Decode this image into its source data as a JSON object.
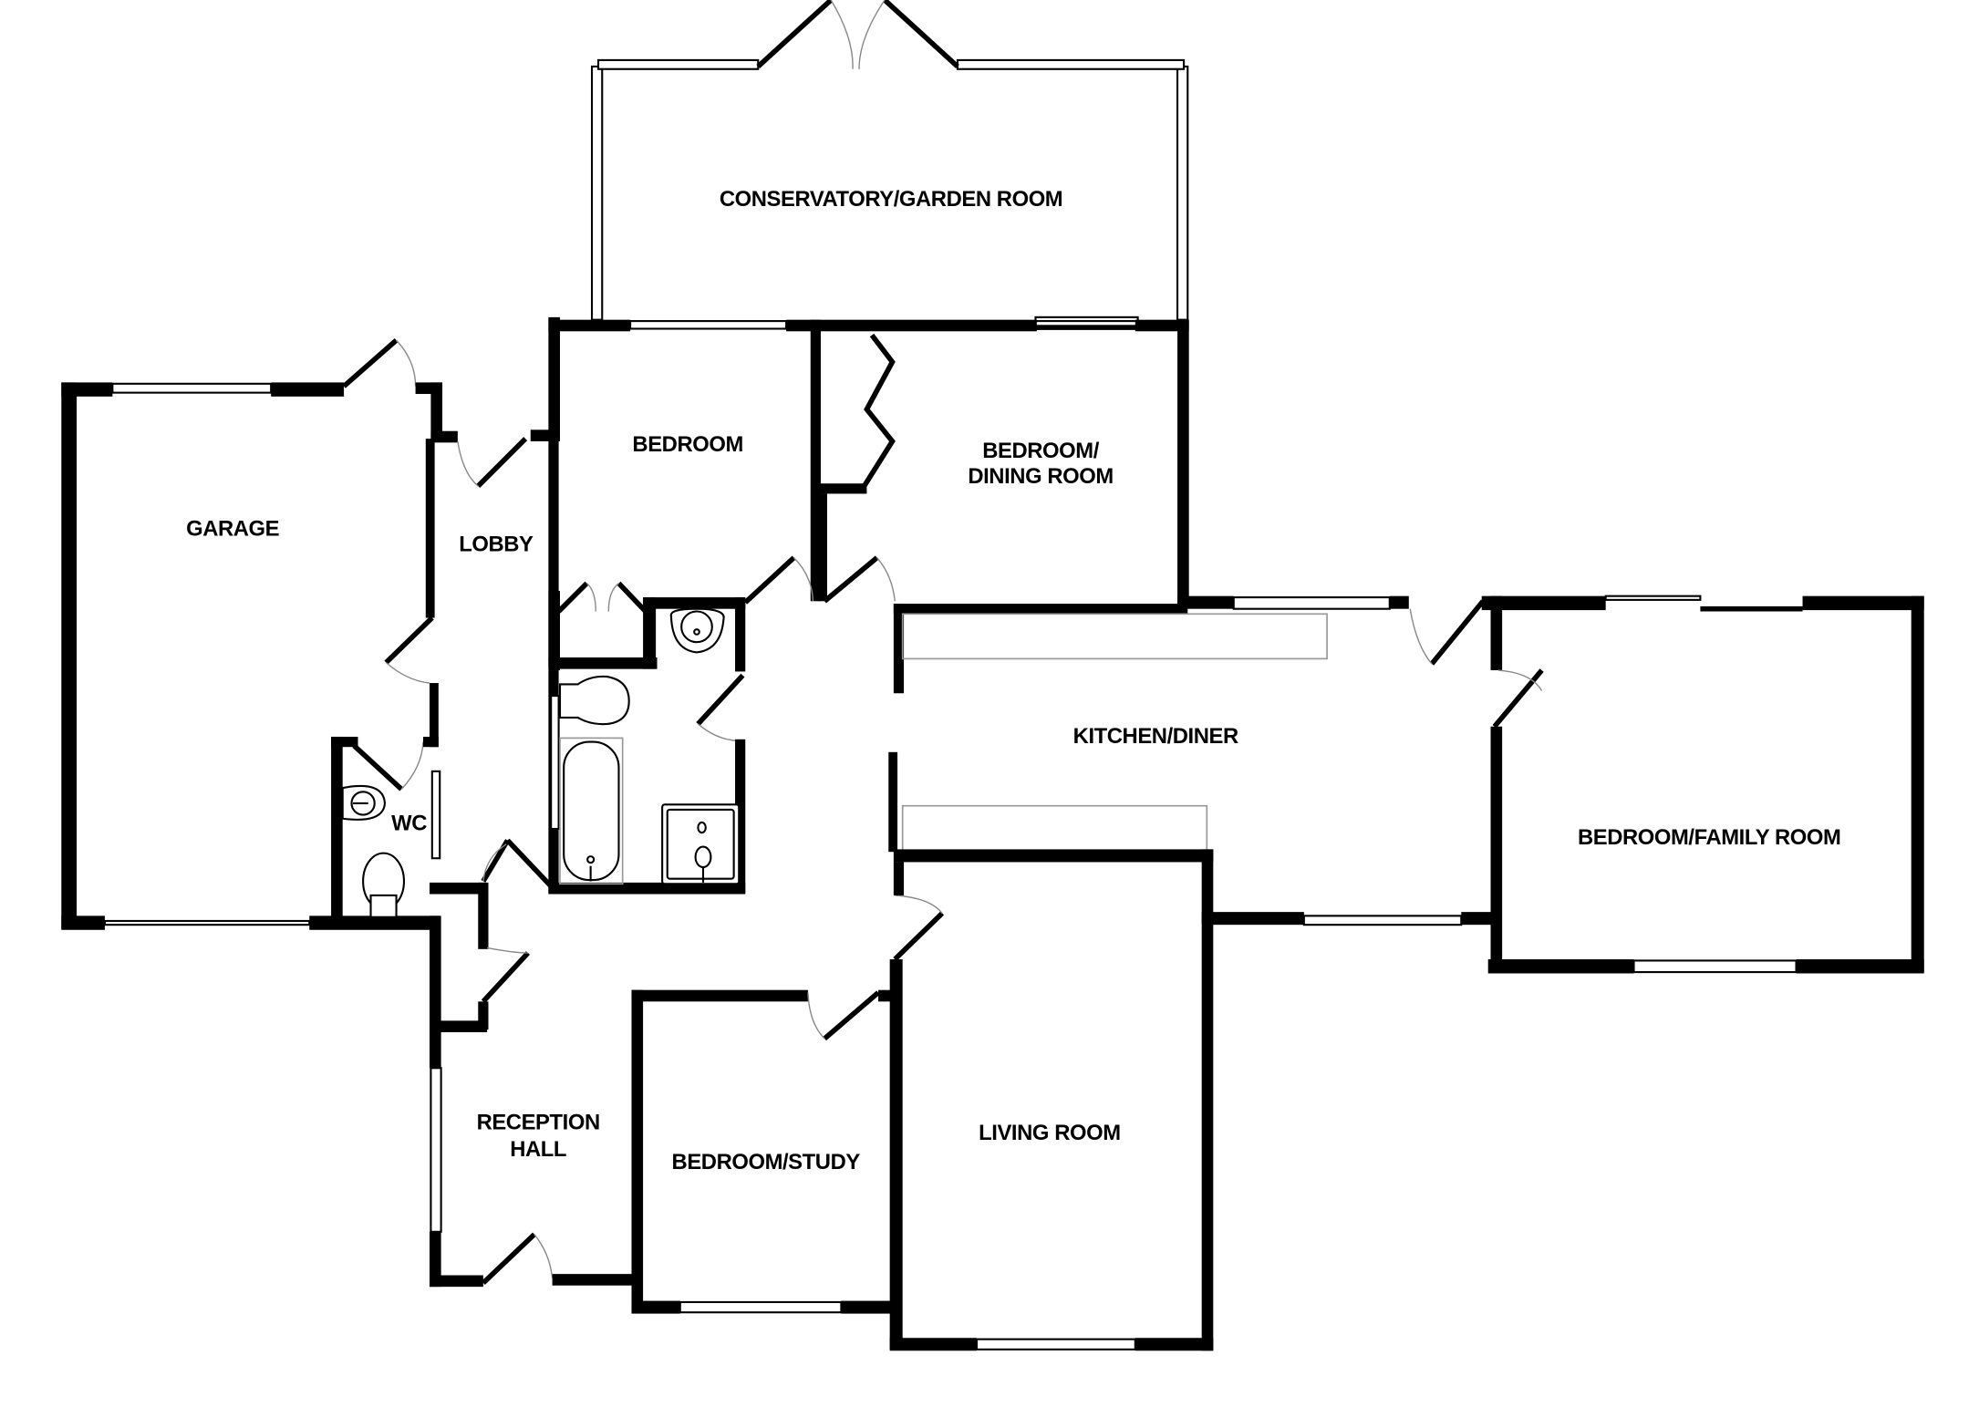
{
  "plan": {
    "type": "floor plan",
    "colors": {
      "wall": "#000000",
      "background": "#ffffff",
      "fixture_line": "#999999"
    },
    "rooms": [
      {
        "id": "conservatory",
        "label": "CONSERVATORY/GARDEN ROOM"
      },
      {
        "id": "garage",
        "label": "GARAGE"
      },
      {
        "id": "lobby",
        "label": "LOBBY"
      },
      {
        "id": "bedroom",
        "label": "BEDROOM"
      },
      {
        "id": "bedroom-dining",
        "label_line1": "BEDROOM/",
        "label_line2": "DINING ROOM"
      },
      {
        "id": "wc",
        "label": "WC"
      },
      {
        "id": "kitchen",
        "label": "KITCHEN/DINER"
      },
      {
        "id": "family",
        "label": "BEDROOM/FAMILY ROOM"
      },
      {
        "id": "reception",
        "label_line1": "RECEPTION",
        "label_line2": "HALL"
      },
      {
        "id": "study",
        "label": "BEDROOM/STUDY"
      },
      {
        "id": "living",
        "label": "LIVING ROOM"
      }
    ]
  }
}
